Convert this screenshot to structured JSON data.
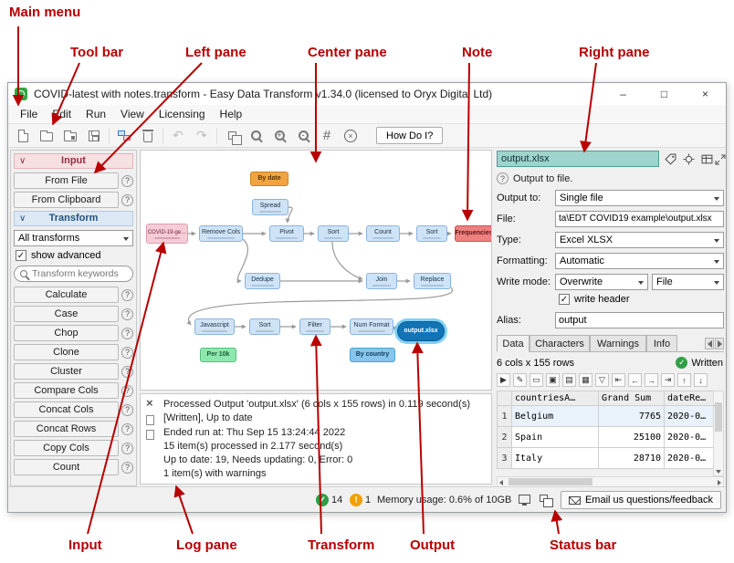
{
  "annotations": {
    "main_menu": "Main menu",
    "tool_bar": "Tool bar",
    "left_pane": "Left pane",
    "center_pane": "Center pane",
    "note": "Note",
    "right_pane": "Right pane",
    "input": "Input",
    "log_pane": "Log pane",
    "transform": "Transform",
    "output": "Output",
    "status_bar": "Status bar"
  },
  "window": {
    "title": "COVID-latest with notes.transform - Easy Data Transform v1.34.0 (licensed to Oryx Digital Ltd)",
    "menu": [
      "File",
      "Edit",
      "Run",
      "View",
      "Licensing",
      "Help"
    ],
    "toolbar": {
      "how_do_i": "How Do I?"
    }
  },
  "left_pane": {
    "input_header": "Input",
    "from_file": "From File",
    "from_clipboard": "From Clipboard",
    "transform_header": "Transform",
    "all_transforms": "All transforms",
    "show_advanced": "show advanced",
    "search_placeholder": "Transform keywords",
    "transforms": [
      "Calculate",
      "Case",
      "Chop",
      "Clone",
      "Cluster",
      "Compare Cols",
      "Concat Cols",
      "Concat Rows",
      "Copy Cols",
      "Count"
    ]
  },
  "canvas": {
    "nodes": [
      {
        "label": "COVID-19-ge…",
        "type": "input"
      },
      {
        "label": "Remove Cols",
        "type": "transform"
      },
      {
        "label": "By date",
        "type": "note"
      },
      {
        "label": "Spread",
        "type": "transform"
      },
      {
        "label": "Pivot",
        "type": "transform"
      },
      {
        "label": "Sort",
        "type": "transform"
      },
      {
        "label": "Count",
        "type": "transform"
      },
      {
        "label": "Sort",
        "type": "transform"
      },
      {
        "label": "Frequencies",
        "type": "note"
      },
      {
        "label": "Dedupe",
        "type": "transform"
      },
      {
        "label": "Join",
        "type": "transform"
      },
      {
        "label": "Replace",
        "type": "transform"
      },
      {
        "label": "Javascript",
        "type": "transform"
      },
      {
        "label": "Sort",
        "type": "transform"
      },
      {
        "label": "Filter",
        "type": "transform"
      },
      {
        "label": "Num Format",
        "type": "transform"
      },
      {
        "label": "output.xlsx",
        "type": "output"
      },
      {
        "label": "Per 10k",
        "type": "note"
      },
      {
        "label": "By country",
        "type": "note"
      }
    ]
  },
  "log": {
    "lines": [
      "Processed Output 'output.xlsx' (6 cols x 155 rows) in 0.119 second(s)",
      "[Written], Up to date",
      "Ended run at: Thu Sep 15 13:24:44 2022",
      "15 item(s) processed in 2.177 second(s)",
      "Up to date: 19, Needs updating: 0, Error: 0",
      "1 item(s) with warnings"
    ]
  },
  "right_pane": {
    "title": "output.xlsx",
    "description": "Output to file.",
    "output_to_label": "Output to:",
    "output_to_value": "Single file",
    "file_label": "File:",
    "file_value": "ta\\EDT COVID19 example\\output.xlsx",
    "type_label": "Type:",
    "type_value": "Excel XLSX",
    "formatting_label": "Formatting:",
    "formatting_value": "Automatic",
    "write_mode_label": "Write mode:",
    "write_mode_value": "Overwrite",
    "write_mode_value2": "File",
    "write_header": "write header",
    "alias_label": "Alias:",
    "alias_value": "output",
    "tabs": [
      "Data",
      "Characters",
      "Warnings",
      "Info"
    ],
    "summary": "6 cols x 155 rows",
    "written": "Written",
    "table": {
      "headers": [
        "countriesA…",
        "Grand Sum",
        "dateRe…"
      ],
      "rows": [
        {
          "num": "1",
          "c1": "Belgium",
          "c2": "7765",
          "c3": "2020-0…"
        },
        {
          "num": "2",
          "c1": "Spain",
          "c2": "25100",
          "c3": "2020-0…"
        },
        {
          "num": "3",
          "c1": "Italy",
          "c2": "28710",
          "c3": "2020-0…"
        }
      ]
    }
  },
  "status_bar": {
    "ok_count": "14",
    "warn_count": "1",
    "memory": "Memory usage: 0.6% of 10GB",
    "feedback": "Email us questions/feedback"
  },
  "icons": {
    "help": "?",
    "check": "✓",
    "warn": "!",
    "chevron": "∨",
    "minimize": "–",
    "maximize": "□",
    "close": "×",
    "undo": "↶",
    "redo": "↷",
    "grid": "#",
    "play": "▶",
    "edit": "✎",
    "cell": "▭",
    "select": "▣",
    "rows": "▤",
    "table": "▦",
    "funnel": "▽",
    "col_first": "⇤",
    "col_prev": "←",
    "col_next": "→",
    "col_last": "⇥",
    "row_up": "↑",
    "row_down": "↓"
  },
  "colors": {
    "annotation": "#b80000",
    "node_blue": "#cfe3f6",
    "node_pink": "#f6ccd6",
    "note_red": "#ee8080",
    "note_orange": "#f2a341",
    "note_green": "#8ce8ad",
    "note_blue": "#86c5ee",
    "output_blue": "#1273b5",
    "title_teal": "#9fd3cd",
    "ok_green": "#2f9e44",
    "warn_orange": "#f59f00"
  }
}
